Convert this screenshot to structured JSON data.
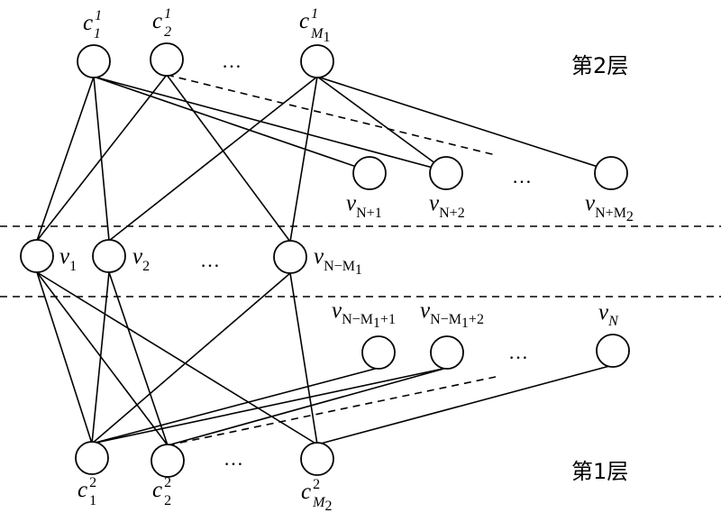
{
  "diagram": {
    "layer_labels": {
      "top": "第2层",
      "bottom": "第1层"
    },
    "ellipsis": "…",
    "top_checks": [
      {
        "main": "c",
        "sub": "1",
        "sup": "1"
      },
      {
        "main": "c",
        "sub": "2",
        "sup": "1"
      },
      {
        "main": "c",
        "sub": "M",
        "subsub": "1",
        "sup": "1"
      }
    ],
    "top_vars": [
      {
        "main": "v",
        "sub": "N+1"
      },
      {
        "main": "v",
        "sub": "N+2"
      },
      {
        "main": "v",
        "sub": "N+M",
        "subsub": "2"
      }
    ],
    "shared_vars": [
      {
        "main": "v",
        "sub": "1"
      },
      {
        "main": "v",
        "sub": "2"
      },
      {
        "main": "v",
        "sub": "N−M",
        "subsub": "1"
      }
    ],
    "bottom_vars": [
      {
        "main": "v",
        "sub": "N−M",
        "subsub": "1",
        "tail": "+1"
      },
      {
        "main": "v",
        "sub": "N−M",
        "subsub": "1",
        "tail": "+2"
      },
      {
        "main": "v",
        "sub": "N"
      }
    ],
    "bottom_checks": [
      {
        "main": "c",
        "sub": "1",
        "sup": "2"
      },
      {
        "main": "c",
        "sub": "2",
        "sup": "2"
      },
      {
        "main": "c",
        "sub": "M",
        "subsub": "2",
        "sup": "2"
      }
    ]
  }
}
